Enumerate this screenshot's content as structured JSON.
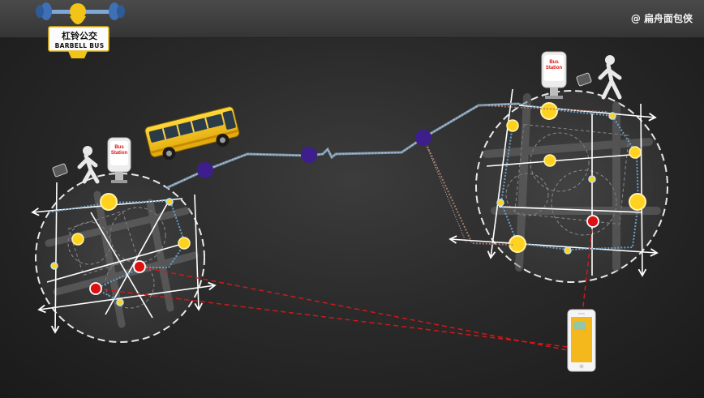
{
  "header": {
    "credit": "@ 扁舟面包侠"
  },
  "logo": {
    "title_cn": "杠铃公交",
    "title_en": "BARBELL BUS"
  },
  "stations": {
    "left_sign": "Bus Station",
    "right_sign": "Bus Station"
  },
  "colors": {
    "bus_yellow": "#f0c419",
    "route_node": "#3d1e8c",
    "stop_yellow": "#ffd21f",
    "stop_red": "#e01010",
    "link_red": "#d0181a",
    "phone_screen": "#f4b81d"
  },
  "icons": [
    "barbell-logo-icon",
    "bus-icon",
    "bus-station-sign-icon",
    "walking-person-icon",
    "smartphone-icon",
    "briefcase-icon"
  ]
}
